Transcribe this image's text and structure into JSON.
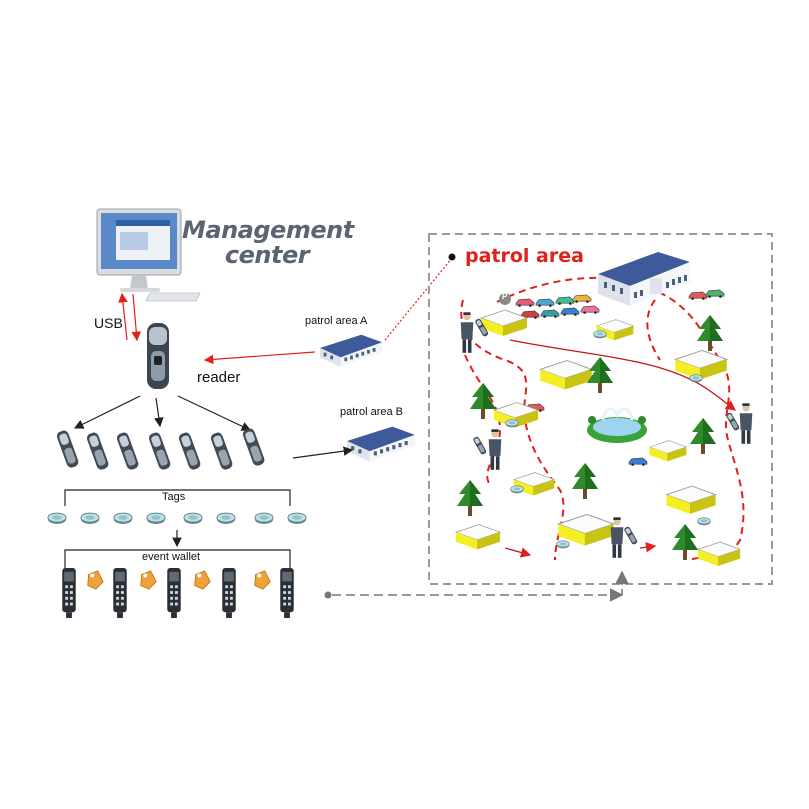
{
  "labels": {
    "management_center_line1": "Management",
    "management_center_line2": "center",
    "usb": "USB",
    "reader": "reader",
    "patrol_area_a": "patrol area A",
    "patrol_area_b": "patrol area B",
    "tags": "Tags",
    "event_wallet": "event wallet",
    "patrol_area": "patrol area",
    "parking_sign": "P"
  },
  "colors": {
    "accent_red": "#e0201b",
    "building_yellow": "#f3ef23",
    "tree_green": "#2f8a2c",
    "dash_gray": "#9a9a9a",
    "title_gray": "#5a6472"
  },
  "icons": {
    "computer": "computer-monitor-icon",
    "reader": "handheld-reader-icon",
    "building": "building-icon",
    "tag": "rfid-tag-icon",
    "wallet_device": "event-key-icon",
    "keyfob": "keyfob-icon",
    "guard": "security-guard-icon",
    "tree": "pine-tree-icon",
    "fountain": "fountain-icon",
    "car": "car-icon"
  }
}
